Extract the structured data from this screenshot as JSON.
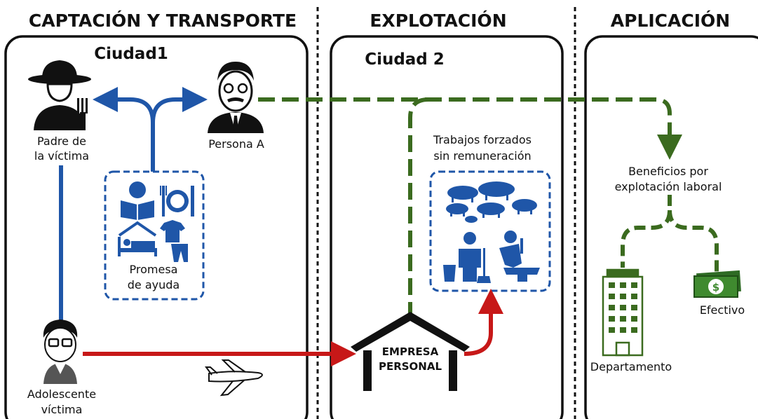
{
  "sections": {
    "captacion": "CAPTACIÓN Y TRANSPORTE",
    "explotacion": "EXPLOTACIÓN",
    "aplicacion": "APLICACIÓN"
  },
  "cities": {
    "city1": "Ciudad1",
    "city2": "Ciudad 2"
  },
  "nodes": {
    "padre": [
      "Padre de",
      "la víctima"
    ],
    "persona_a": "Persona A",
    "promesa": [
      "Promesa",
      "de ayuda"
    ],
    "adolescente": [
      "Adolescente",
      "víctima"
    ],
    "trabajos": [
      "Trabajos forzados",
      "sin remuneración"
    ],
    "empresa": [
      "EMPRESA",
      "PERSONAL"
    ],
    "beneficios": [
      "Beneficios por",
      "explotación laboral"
    ],
    "departamento": "Departamento",
    "efectivo": "Efectivo"
  },
  "colors": {
    "blue": "#1f56a8",
    "green": "#3b6b1f",
    "red": "#c71818",
    "dark": "#111111"
  },
  "icons": [
    "farmer-icon",
    "businessman-icon",
    "reading-person-icon",
    "plate-cutlery-icon",
    "bed-icon",
    "clothes-icon",
    "teen-icon",
    "airplane-icon",
    "pigs-icon",
    "cleaner-icon",
    "blacksmith-icon",
    "building-icon",
    "cash-icon",
    "house-icon"
  ]
}
